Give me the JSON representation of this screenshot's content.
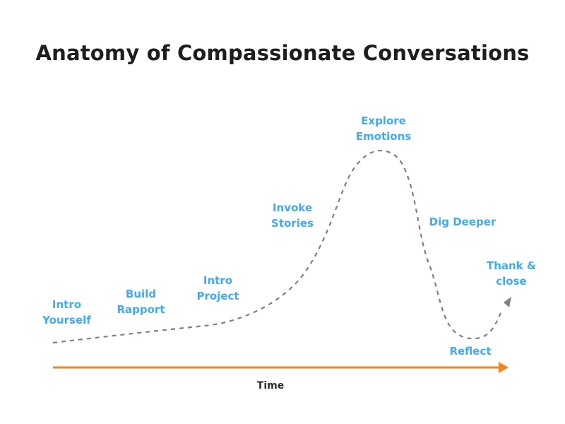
{
  "title": "Anatomy of Compassionate Conversations",
  "axis_label": "Time",
  "colors": {
    "title": "#1e1e1e",
    "stage_label": "#41abf2",
    "curve": "#808080",
    "axis_arrow": "#f5841f"
  },
  "stages": [
    {
      "line1": "Intro",
      "line2": "Yourself"
    },
    {
      "line1": "Build",
      "line2": "Rapport"
    },
    {
      "line1": "Intro",
      "line2": "Project"
    },
    {
      "line1": "Invoke",
      "line2": "Stories"
    },
    {
      "line1": "Explore",
      "line2": "Emotions"
    },
    {
      "line1": "Dig Deeper",
      "line2": ""
    },
    {
      "line1": "Reflect",
      "line2": ""
    },
    {
      "line1": "Thank &",
      "line2": "close"
    }
  ]
}
